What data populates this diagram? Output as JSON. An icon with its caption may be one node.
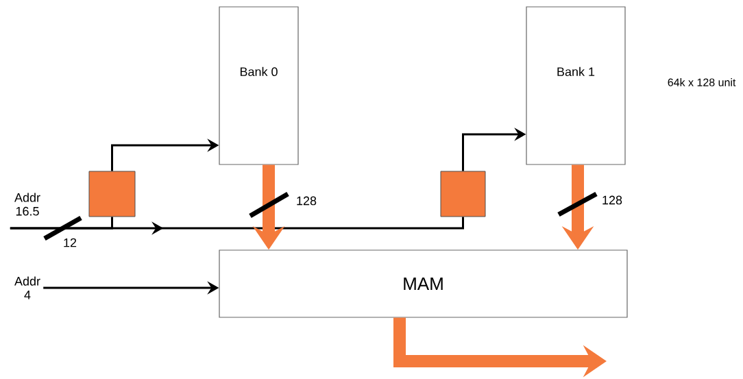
{
  "diagram": {
    "nodes": [
      {
        "text": [
          "Bank 0"
        ]
      },
      {
        "text": [
          "Bank 1"
        ],
        "beside": [
          "64k x 128 unit"
        ]
      },
      {
        "text": [
          "MAM"
        ]
      },
      {
        "text": [],
        "shape": "box"
      },
      {
        "text": [],
        "shape": "box"
      },
      {
        "text": [
          "Addr 16.5"
        ]
      },
      {
        "text": [
          "Addr 4"
        ]
      }
    ],
    "edges": [
      {
        "from": 5,
        "to": 3,
        "arrow": "none",
        "label": "12"
      },
      {
        "from": 5,
        "to": 4,
        "arrow": "to"
      },
      {
        "from": 3,
        "to": 0,
        "arrow": "to"
      },
      {
        "from": 4,
        "to": 1,
        "arrow": "to"
      },
      {
        "from": 0,
        "to": 2,
        "arrow": "to",
        "label": "128",
        "style": "thick",
        "color": "#f47a3c"
      },
      {
        "from": 1,
        "to": 2,
        "arrow": "to",
        "label": "128",
        "style": "thick",
        "color": "#f47a3c"
      },
      {
        "from": 6,
        "to": 2,
        "arrow": "to"
      },
      {
        "from": 2,
        "to": null,
        "arrow": "to",
        "style": "thick",
        "color": "#f47a3c"
      }
    ]
  }
}
